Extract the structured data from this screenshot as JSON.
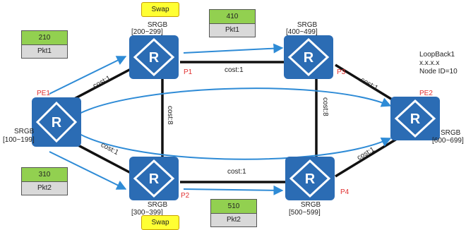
{
  "nodes": {
    "pe1": {
      "name": "PE1",
      "srgb_title": "SRGB",
      "srgb_range": "[100~199]"
    },
    "p1": {
      "name": "P1",
      "srgb_title": "SRGB",
      "srgb_range": "[200~299]"
    },
    "p2": {
      "name": "P2",
      "srgb_title": "SRGB",
      "srgb_range": "[300~399]"
    },
    "p3": {
      "name": "P3",
      "srgb_title": "SRGB",
      "srgb_range": "[400~499]"
    },
    "p4": {
      "name": "P4",
      "srgb_title": "SRGB",
      "srgb_range": "[500~599]"
    },
    "pe2": {
      "name": "PE2",
      "srgb_title": "SRGB",
      "srgb_range": "[600~699]"
    }
  },
  "links": {
    "pe1_p1": "cost:1",
    "pe1_p2": "cost:1",
    "p1_p3": "cost:1",
    "p2_p4": "cost:1",
    "p1_p2": "cost:8",
    "p3_p4": "cost:8",
    "p3_pe2": "cost:1",
    "p4_pe2": "cost:1"
  },
  "packets": {
    "pkt_pe1_top": {
      "label": "210",
      "payload": "Pkt1"
    },
    "pkt_pe1_bottom": {
      "label": "310",
      "payload": "Pkt2"
    },
    "pkt_p1_p3": {
      "label": "410",
      "payload": "Pkt1"
    },
    "pkt_p2_p4": {
      "label": "510",
      "payload": "Pkt2"
    }
  },
  "swap_labels": {
    "p1": "Swap",
    "p2": "Swap"
  },
  "pe2_info": {
    "line1": "LoopBack1",
    "line2": "x.x.x.x",
    "line3": "Node ID=10"
  },
  "colors": {
    "router_fill": "#2b6cb4",
    "flow_arrow": "#2e8bd6",
    "packet_label": "#92d050",
    "packet_payload": "#d9d9d9",
    "swap": "#ffff33",
    "node_name": "#e03030"
  },
  "icons": {
    "router": "router-icon"
  }
}
